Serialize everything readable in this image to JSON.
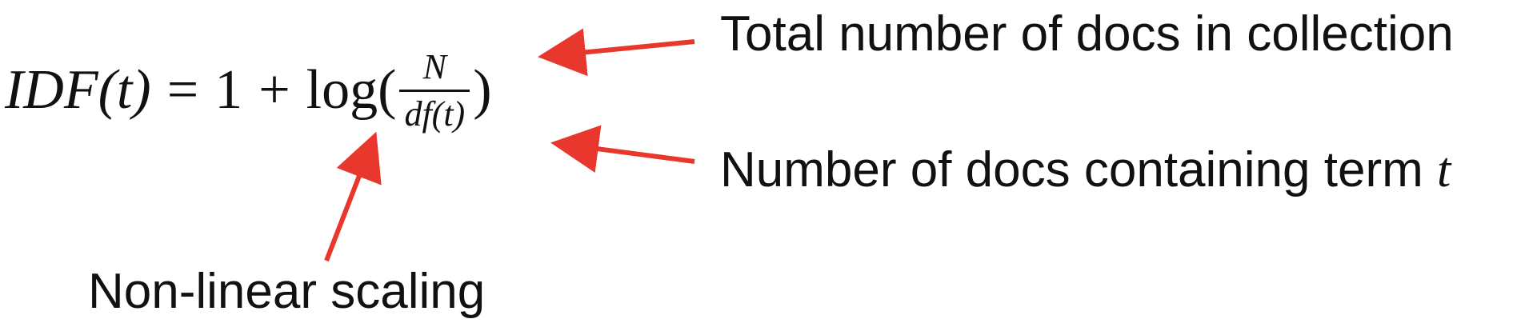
{
  "formula": {
    "lhs": "IDF(t)",
    "equals": "=",
    "one": "1",
    "plus": "+",
    "log": "log",
    "open_paren": "(",
    "numerator": "N",
    "denominator": "df(t)",
    "close_paren": ")"
  },
  "annotations": {
    "total_docs": "Total number of docs in collection",
    "docs_containing": "Number of docs containing term ",
    "docs_containing_var": "t",
    "nonlinear": "Non-linear scaling"
  },
  "colors": {
    "arrow": "#e8372c",
    "text": "#111111"
  }
}
